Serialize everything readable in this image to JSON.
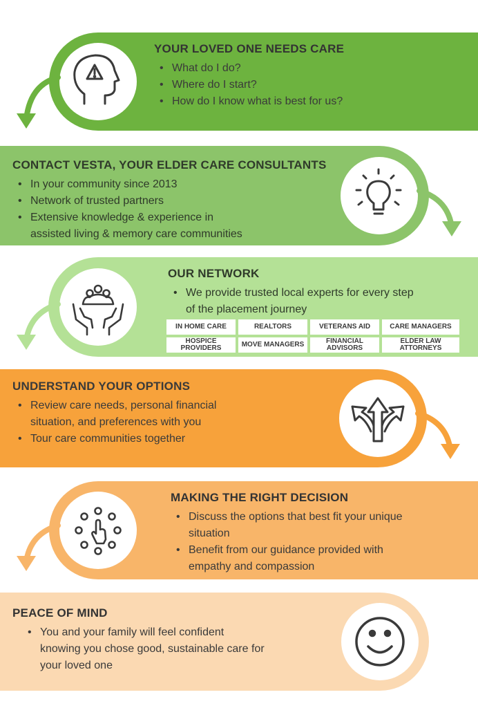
{
  "colors": {
    "step1": "#6db33f",
    "step2": "#8cc46a",
    "step3": "#b4e196",
    "step4": "#f7a23b",
    "step5": "#f8b569",
    "step6": "#fbd9b2",
    "icon": "#3a3a3a"
  },
  "steps": [
    {
      "title": "YOUR LOVED ONE NEEDS CARE",
      "icon": "head-alert-icon",
      "bullets": [
        "What do I do?",
        "Where do I start?",
        "How do I know what is best for us?"
      ]
    },
    {
      "title": "CONTACT VESTA, YOUR ELDER CARE CONSULTANTS",
      "icon": "lightbulb-icon",
      "bullets": [
        "In your community since 2013",
        "Network of trusted partners",
        "Extensive knowledge & experience in",
        "assisted living & memory care communities"
      ]
    },
    {
      "title": "OUR NETWORK",
      "icon": "hands-people-icon",
      "bullets": [
        "We provide trusted local experts for every step",
        "of the placement journey"
      ],
      "network": [
        "IN HOME CARE",
        "REALTORS",
        "VETERANS AID",
        "CARE MANAGERS",
        "HOSPICE PROVIDERS",
        "MOVE MANAGERS",
        "FINANCIAL ADVISORS",
        "ELDER LAW ATTORNEYS"
      ]
    },
    {
      "title": "UNDERSTAND YOUR OPTIONS",
      "icon": "three-way-arrows-icon",
      "bullets": [
        "Review care needs, personal financial",
        "situation, and preferences with you",
        "Tour care communities together"
      ]
    },
    {
      "title": "MAKING THE RIGHT DECISION",
      "icon": "pointing-hand-choice-icon",
      "bullets": [
        "Discuss the options that best fit your unique",
        "situation",
        "Benefit from our guidance provided with",
        "empathy and compassion"
      ]
    },
    {
      "title": "PEACE OF MIND",
      "icon": "smiley-face-icon",
      "bullets": [
        "You and your family will feel confident",
        "knowing you chose good, sustainable care for",
        "your loved one"
      ]
    }
  ]
}
